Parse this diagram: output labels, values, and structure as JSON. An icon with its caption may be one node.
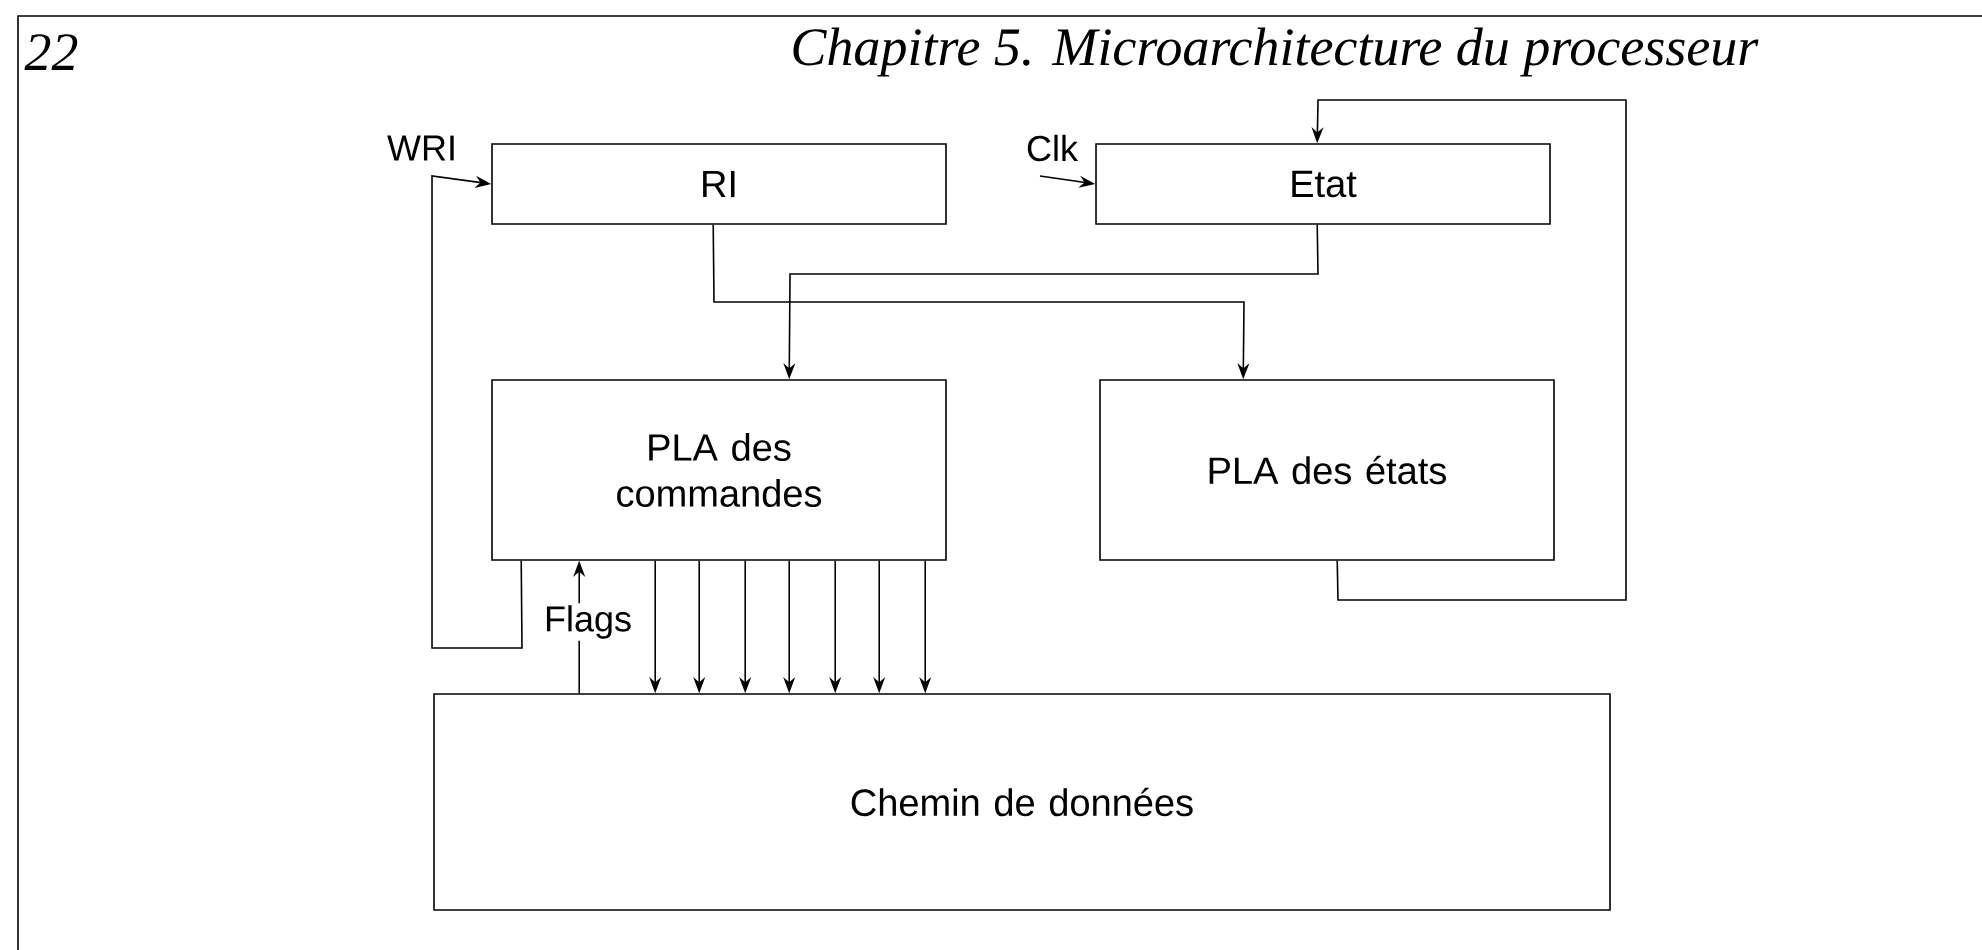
{
  "diagram": {
    "nodes": [
      {
        "text": [
          "RI"
        ]
      },
      {
        "text": [
          "Etat"
        ]
      },
      {
        "text": [
          "PLA des commandes"
        ]
      },
      {
        "text": [
          "PLA des états"
        ]
      },
      {
        "text": [
          "Chemin de données"
        ]
      }
    ],
    "edges": [
      {
        "from": null,
        "to": 1,
        "arrow": "to",
        "label": "Clk"
      },
      {
        "from": 2,
        "to": 0,
        "arrow": "to",
        "label": "WRI"
      },
      {
        "from": 4,
        "to": 2,
        "arrow": "to",
        "label": "Flags"
      },
      {
        "from": 0,
        "to": 3,
        "arrow": "to"
      },
      {
        "from": 1,
        "to": 2,
        "arrow": "to"
      },
      {
        "from": 3,
        "to": 1,
        "arrow": "to"
      },
      {
        "from": 2,
        "to": 4,
        "arrow": "to"
      },
      {
        "from": 2,
        "to": 4,
        "arrow": "to"
      },
      {
        "from": 2,
        "to": 4,
        "arrow": "to"
      },
      {
        "from": 2,
        "to": 4,
        "arrow": "to"
      },
      {
        "from": 2,
        "to": 4,
        "arrow": "to"
      },
      {
        "from": 2,
        "to": 4,
        "arrow": "to"
      },
      {
        "from": 2,
        "to": 4,
        "arrow": "to"
      }
    ],
    "labels": [
      "22",
      "Chapitre 5. Microarchitecture du processeur"
    ]
  }
}
